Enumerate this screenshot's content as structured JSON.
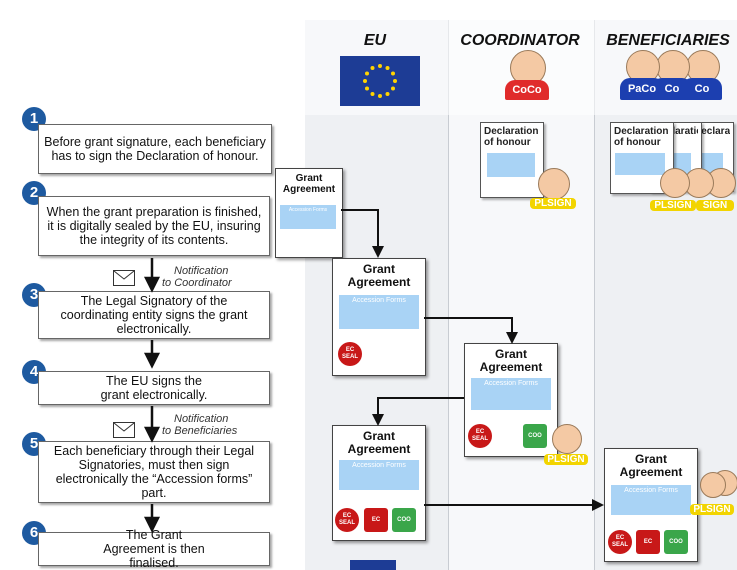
{
  "columns": {
    "eu": "EU",
    "coordinator": "COORDINATOR",
    "beneficiaries": "BENEFICIARIES"
  },
  "badges": {
    "coco": "CoCo",
    "paco": "PaCo",
    "co1": "Co",
    "co2": "Co",
    "plsign": "PLSIGN",
    "sign": "SIGN"
  },
  "steps": [
    {
      "num": "1",
      "text": "Before grant signature,  each beneficiary has to sign the Declaration of honour."
    },
    {
      "num": "2",
      "text": "When the grant preparation is finished, it is digitally sealed by the EU, insuring the integrity of its contents."
    },
    {
      "num": "3",
      "text": "The Legal Signatory of the coordinating entity signs the grant electronically."
    },
    {
      "num": "4",
      "text": "The EU signs the grant electronically."
    },
    {
      "num": "5",
      "text": "Each beneficiary through their Legal Signatories, must then sign electronically the “Accession forms” part."
    },
    {
      "num": "6",
      "text": "The Grant Agreement is then finalised."
    }
  ],
  "notifications": {
    "to_coordinator_1": "Notification",
    "to_coordinator_2": "to Coordinator",
    "to_beneficiaries_1": "Notification",
    "to_beneficiaries_2": "to Beneficiaries"
  },
  "documents": {
    "grant": "Grant",
    "agreement": "Agreement",
    "accession_forms": "Accession Forms",
    "declaration": "Declaration",
    "of_honour": "of honour"
  },
  "seals": {
    "ec_seal": "EC SEAL",
    "ec": "EC",
    "coo": "COO"
  },
  "colors": {
    "step_blue": "#1e5aa0",
    "seal_red": "#c81818",
    "coo_green": "#3aa64a",
    "panel_blue": "#a9d3f5",
    "badge_red": "#e02b2b",
    "badge_blue": "#1c3fb0",
    "badge_yellow": "#f2d400"
  }
}
